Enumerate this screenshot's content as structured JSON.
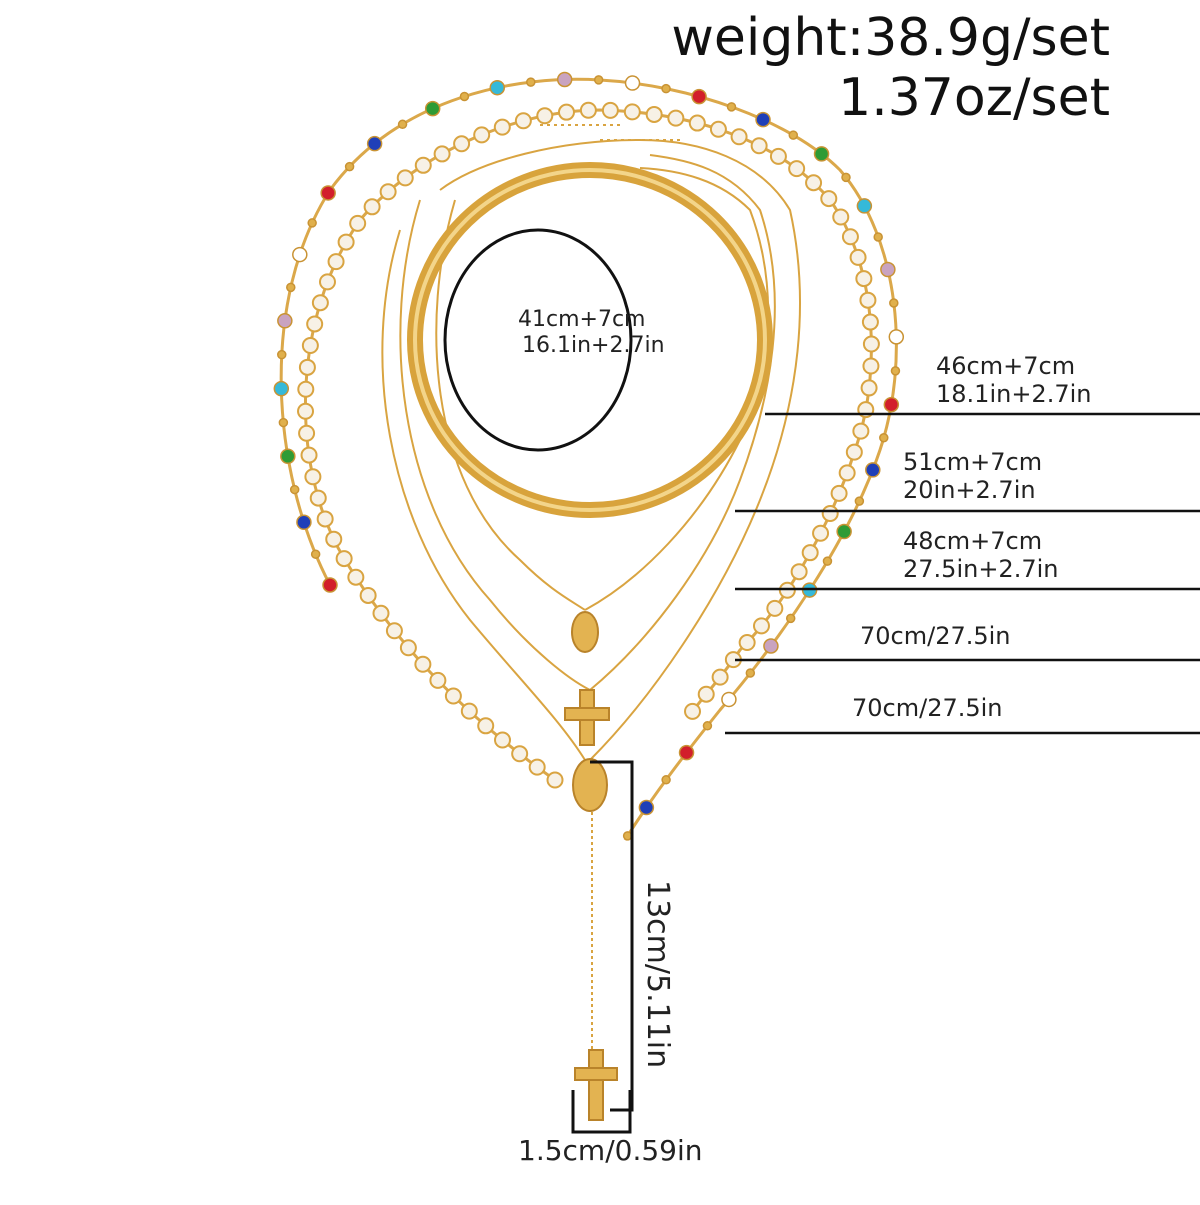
{
  "weight": {
    "grams": "weight:38.9g/set",
    "ounces": "1.37oz/set"
  },
  "labels": {
    "choker": {
      "cm": "41cm+7cm",
      "in": "16.1in+2.7in"
    },
    "n46": {
      "cm": "46cm+7cm",
      "in": "18.1in+2.7in"
    },
    "n51": {
      "cm": "51cm+7cm",
      "in": "20in+2.7in"
    },
    "n48": {
      "cm": "48cm+7cm",
      "in": "27.5in+2.7in"
    },
    "pearl70": "70cm/27.5in",
    "bead70": "70cm/27.5in"
  },
  "drop_length": "13cm/5.11in",
  "cross_width": "1.5cm/0.59in",
  "colors": {
    "gold": "#d9a441",
    "pearl": "#f7f1e6",
    "ink": "#111111"
  }
}
